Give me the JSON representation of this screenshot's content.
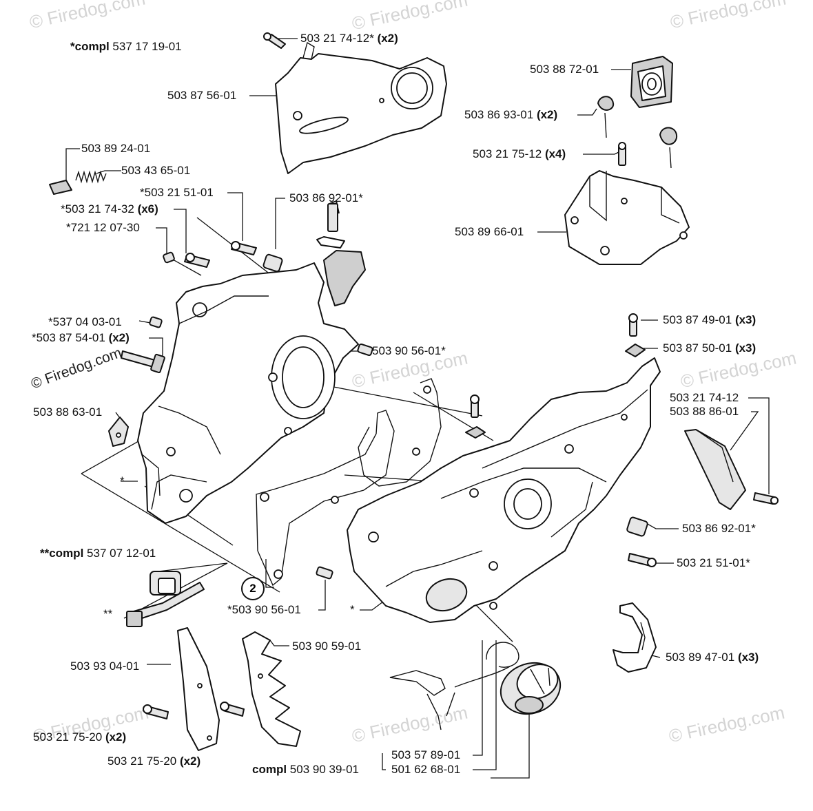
{
  "watermarks": {
    "brand": "Firedog.com",
    "copyright_mark": "© Firedog.com"
  },
  "labels": {
    "compl_cover_prefix": "*compl",
    "compl_cover_number": "537 17 19-01",
    "cover_screw_number": "503 21 74-12*",
    "cover_screw_qty": "(x2)",
    "cover": "503 87 56-01",
    "filter_cover": "503 88 72-01",
    "fitting_number": "503 86 93-01",
    "fitting_qty": "(x2)",
    "tank_screw_number": "503 21 75-12",
    "tank_screw_qty": "(x4)",
    "tank_bracket": "503 89 66-01",
    "spring_plate": "503 89 24-01",
    "spring": "503 43 65-01",
    "bolt_upper": "*503 21 51-01",
    "bushing_upper": "503 86 92-01*",
    "case_screw_number": "*503 21 74-32",
    "case_screw_qty": "(x6)",
    "pin": "*721 12 07-30",
    "sleeve": "*537 04 03-01",
    "bar_bolt_number": "*503 87 54-01",
    "bar_bolt_qty": "(x2)",
    "dowel_upper": "503 90 56-01*",
    "mount_screw_number": "503 87 49-01",
    "mount_screw_qty": "(x3)",
    "mount_washer_number": "503 87 50-01",
    "mount_washer_qty": "(x3)",
    "clip": "503 88 63-01",
    "screw_right": "503 21 74-12",
    "guard_right": "503 88 86-01",
    "bushing_right": "503 86 92-01*",
    "bolt_right": "503 21 51-01*",
    "compl_tensioner_prefix": "**compl",
    "compl_tensioner_number": "537 07 12-01",
    "tensioner_mark": "**",
    "case_mark_left": "*",
    "case_mark_bottom": "*",
    "callout_number": "2",
    "dowel_lower": "*503 90 56-01",
    "bumper_spike": "503 90 59-01",
    "plate_left": "503 93 04-01",
    "screw_left_number": "503 21 75-20",
    "screw_left_qty": "(x2)",
    "screw_mid_number": "503 21 75-20",
    "screw_mid_qty": "(x2)",
    "compl_cap_prefix": "compl",
    "compl_cap_number": "503 90 39-01",
    "strap": "503 57 89-01",
    "cap": "501 62 68-01",
    "clamp_number": "503 89 47-01",
    "clamp_qty": "(x3)"
  }
}
